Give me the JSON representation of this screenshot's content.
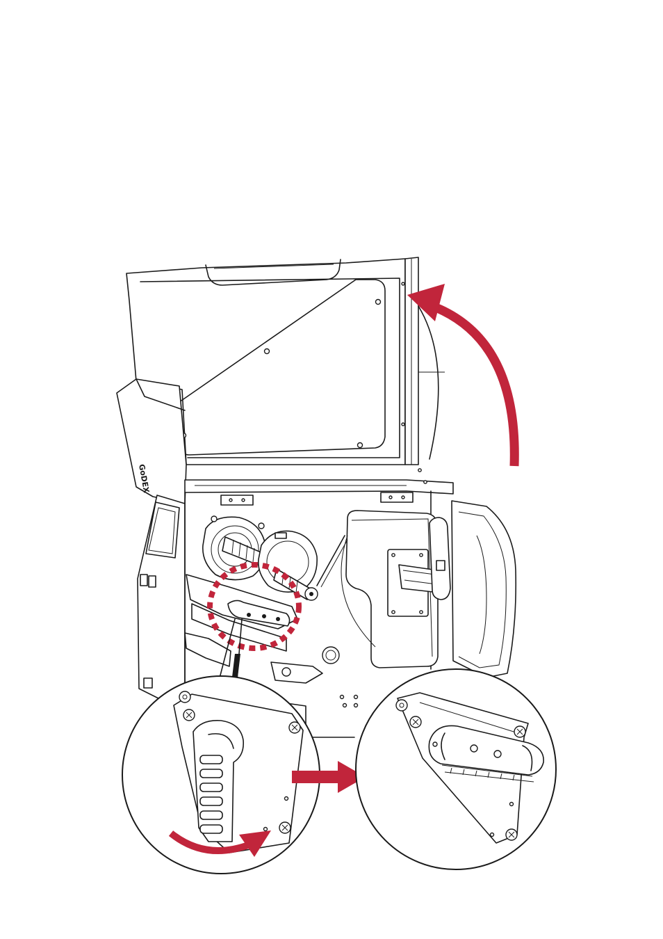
{
  "colors": {
    "accent": "#c1253b",
    "line": "#1a1a1a",
    "background": "#ffffff"
  },
  "printer": {
    "logo_text": "GoDEX"
  },
  "steps": [
    {
      "action": "open-top-cover",
      "indicator": "curved-arrow-up"
    },
    {
      "action": "rotate-print-head-lever",
      "indicator": "curved-arrow-rotate"
    },
    {
      "action": "print-head-released",
      "indicator": "right-arrow"
    }
  ]
}
